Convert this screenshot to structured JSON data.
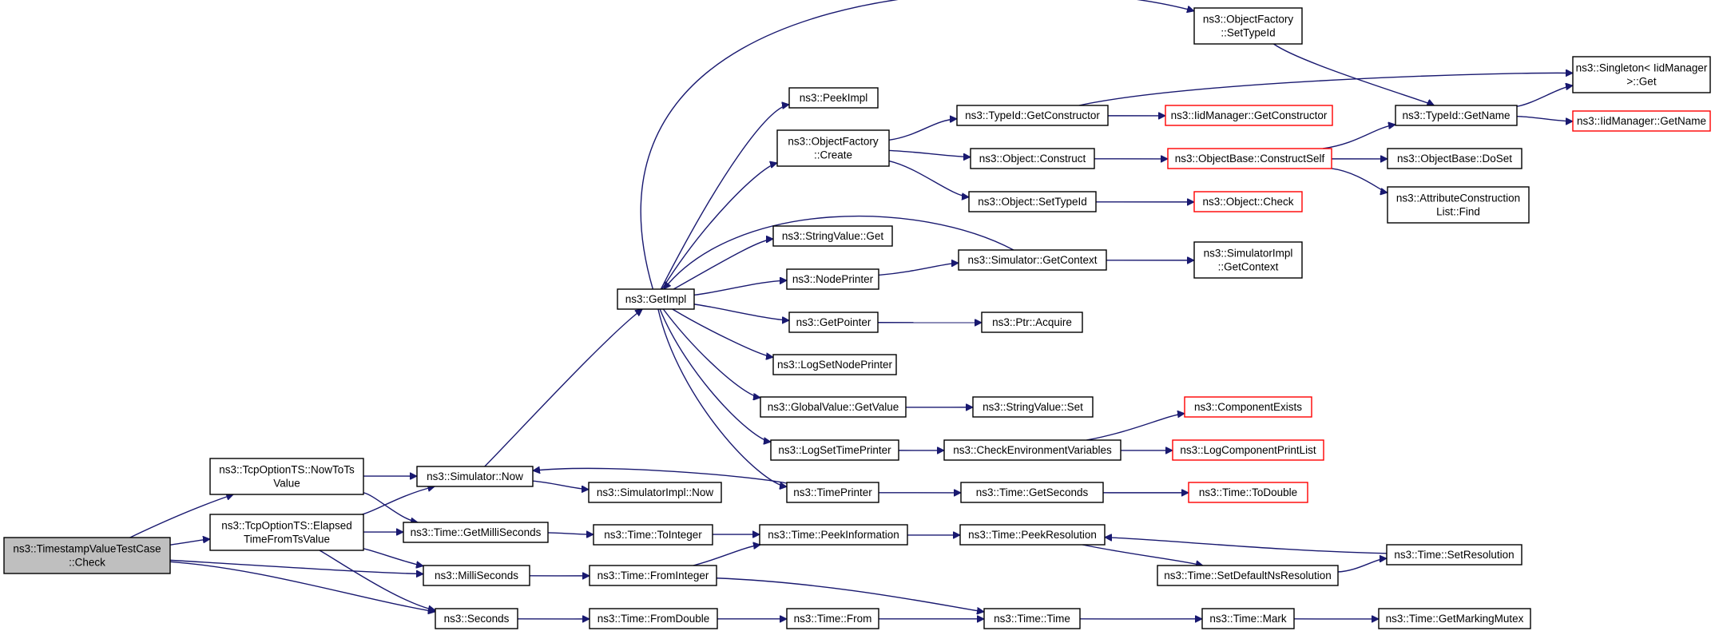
{
  "graph": {
    "nodes": [
      {
        "id": "root",
        "lines": [
          "ns3::TimestampValueTestCase",
          "::Check"
        ],
        "style": "grey"
      },
      {
        "id": "nowtots",
        "lines": [
          "ns3::TcpOptionTS::NowToTs",
          "Value"
        ],
        "style": "black"
      },
      {
        "id": "elapsed",
        "lines": [
          "ns3::TcpOptionTS::Elapsed",
          "TimeFromTsValue"
        ],
        "style": "black"
      },
      {
        "id": "simnow",
        "lines": [
          "ns3::Simulator::Now"
        ],
        "style": "black"
      },
      {
        "id": "getmilli",
        "lines": [
          "ns3::Time::GetMilliSeconds"
        ],
        "style": "black"
      },
      {
        "id": "milliseconds",
        "lines": [
          "ns3::MilliSeconds"
        ],
        "style": "black"
      },
      {
        "id": "seconds",
        "lines": [
          "ns3::Seconds"
        ],
        "style": "black"
      },
      {
        "id": "getimpl",
        "lines": [
          "ns3::GetImpl"
        ],
        "style": "black"
      },
      {
        "id": "simimplnow",
        "lines": [
          "ns3::SimulatorImpl::Now"
        ],
        "style": "black"
      },
      {
        "id": "tointeger",
        "lines": [
          "ns3::Time::ToInteger"
        ],
        "style": "black"
      },
      {
        "id": "frominteger",
        "lines": [
          "ns3::Time::FromInteger"
        ],
        "style": "black"
      },
      {
        "id": "fromdouble",
        "lines": [
          "ns3::Time::FromDouble"
        ],
        "style": "black"
      },
      {
        "id": "peekimpl",
        "lines": [
          "ns3::PeekImpl"
        ],
        "style": "black"
      },
      {
        "id": "ofcreate",
        "lines": [
          "ns3::ObjectFactory",
          "::Create"
        ],
        "style": "black"
      },
      {
        "id": "svget",
        "lines": [
          "ns3::StringValue::Get"
        ],
        "style": "black"
      },
      {
        "id": "nodeprinter",
        "lines": [
          "ns3::NodePrinter"
        ],
        "style": "black"
      },
      {
        "id": "getpointer",
        "lines": [
          "ns3::GetPointer"
        ],
        "style": "black"
      },
      {
        "id": "logsetnodeprinter",
        "lines": [
          "ns3::LogSetNodePrinter"
        ],
        "style": "black"
      },
      {
        "id": "gvgetvalue",
        "lines": [
          "ns3::GlobalValue::GetValue"
        ],
        "style": "black"
      },
      {
        "id": "logsettimeprinter",
        "lines": [
          "ns3::LogSetTimePrinter"
        ],
        "style": "black"
      },
      {
        "id": "timeprinter",
        "lines": [
          "ns3::TimePrinter"
        ],
        "style": "black"
      },
      {
        "id": "peekinfo",
        "lines": [
          "ns3::Time::PeekInformation"
        ],
        "style": "black"
      },
      {
        "id": "timefrom",
        "lines": [
          "ns3::Time::From"
        ],
        "style": "black"
      },
      {
        "id": "ofsettypeid",
        "lines": [
          "ns3::ObjectFactory",
          "::SetTypeId"
        ],
        "style": "black"
      },
      {
        "id": "tidgetctor",
        "lines": [
          "ns3::TypeId::GetConstructor"
        ],
        "style": "black"
      },
      {
        "id": "objconstruct",
        "lines": [
          "ns3::Object::Construct"
        ],
        "style": "black"
      },
      {
        "id": "objsettypeid",
        "lines": [
          "ns3::Object::SetTypeId"
        ],
        "style": "black"
      },
      {
        "id": "simgetctx",
        "lines": [
          "ns3::Simulator::GetContext"
        ],
        "style": "black"
      },
      {
        "id": "ptracquire",
        "lines": [
          "ns3::Ptr::Acquire"
        ],
        "style": "black"
      },
      {
        "id": "svset",
        "lines": [
          "ns3::StringValue::Set"
        ],
        "style": "black"
      },
      {
        "id": "checkenv",
        "lines": [
          "ns3::CheckEnvironmentVariables"
        ],
        "style": "black"
      },
      {
        "id": "getseconds",
        "lines": [
          "ns3::Time::GetSeconds"
        ],
        "style": "black"
      },
      {
        "id": "peekres",
        "lines": [
          "ns3::Time::PeekResolution"
        ],
        "style": "black"
      },
      {
        "id": "timetime",
        "lines": [
          "ns3::Time::Time"
        ],
        "style": "black"
      },
      {
        "id": "iidgetctor",
        "lines": [
          "ns3::IidManager::GetConstructor"
        ],
        "style": "red"
      },
      {
        "id": "obconstructself",
        "lines": [
          "ns3::ObjectBase::ConstructSelf"
        ],
        "style": "red"
      },
      {
        "id": "objcheck",
        "lines": [
          "ns3::Object::Check"
        ],
        "style": "red"
      },
      {
        "id": "compexists",
        "lines": [
          "ns3::ComponentExists"
        ],
        "style": "red"
      },
      {
        "id": "logcompprint",
        "lines": [
          "ns3::LogComponentPrintList"
        ],
        "style": "red"
      },
      {
        "id": "todouble",
        "lines": [
          "ns3::Time::ToDouble"
        ],
        "style": "red"
      },
      {
        "id": "setdefaultns",
        "lines": [
          "ns3::Time::SetDefaultNsResolution"
        ],
        "style": "black"
      },
      {
        "id": "timemark",
        "lines": [
          "ns3::Time::Mark"
        ],
        "style": "black"
      },
      {
        "id": "simimplgetctx",
        "lines": [
          "ns3::SimulatorImpl",
          "::GetContext"
        ],
        "style": "black"
      },
      {
        "id": "tidgetname",
        "lines": [
          "ns3::TypeId::GetName"
        ],
        "style": "black"
      },
      {
        "id": "obdoset",
        "lines": [
          "ns3::ObjectBase::DoSet"
        ],
        "style": "black"
      },
      {
        "id": "attrconstr",
        "lines": [
          "ns3::AttributeConstruction",
          "List::Find"
        ],
        "style": "black"
      },
      {
        "id": "setres",
        "lines": [
          "ns3::Time::SetResolution"
        ],
        "style": "black"
      },
      {
        "id": "getmarkingmutex",
        "lines": [
          "ns3::Time::GetMarkingMutex"
        ],
        "style": "black"
      },
      {
        "id": "singletonget",
        "lines": [
          "ns3::Singleton< IidManager",
          " >::Get"
        ],
        "style": "black"
      },
      {
        "id": "iidgetname",
        "lines": [
          "ns3::IidManager::GetName"
        ],
        "style": "red"
      }
    ]
  }
}
